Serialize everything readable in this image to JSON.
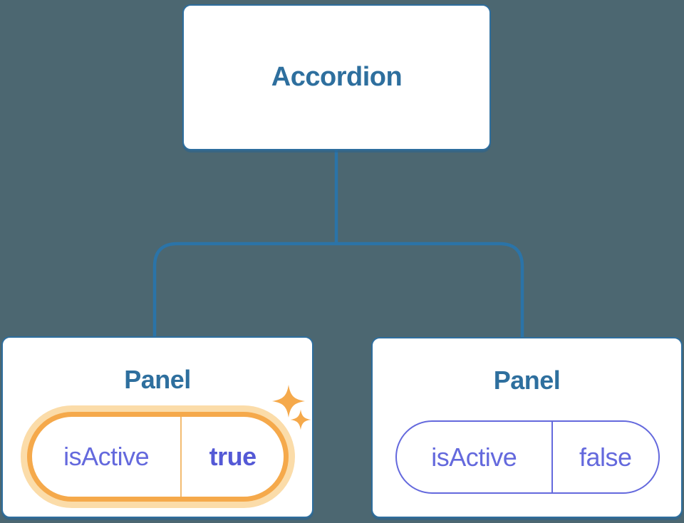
{
  "diagram": {
    "description": "Component tree: Accordion parent passing isActive state to two Panel children",
    "root": {
      "label": "Accordion"
    },
    "panels": [
      {
        "title": "Panel",
        "prop": "isActive",
        "value": "true",
        "highlighted": true
      },
      {
        "title": "Panel",
        "prop": "isActive",
        "value": "false",
        "highlighted": false
      }
    ]
  },
  "icons": {
    "sparkle_large": "sparkle-icon",
    "sparkle_small": "sparkle-icon"
  },
  "colors": {
    "background": "#4C6771",
    "connector_line": "#2B74A8",
    "card_border": "#2E6E9E",
    "heading_text": "#2E6F9E",
    "pill_text_purple": "#6469DD",
    "pill_value_bold": "#5459D6",
    "active_pill_border": "#F5A94B",
    "active_pill_glow": "#FBDCA9",
    "active_pill_divider": "#F2BC72",
    "sparkle": "#F5A94B",
    "card_background": "#FFFFFF"
  }
}
